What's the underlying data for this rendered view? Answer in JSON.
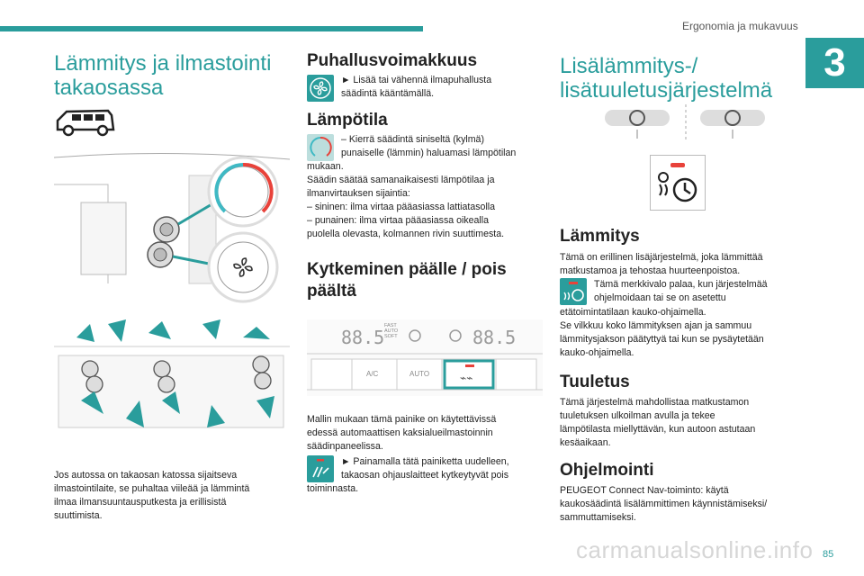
{
  "header": {
    "section": "Ergonomia ja mukavuus",
    "chapter": "3"
  },
  "col1": {
    "title_line1": "Lämmitys ja ilmastointi",
    "title_line2": "takaosassa",
    "body": [
      "Jos autossa on takaosan katossa sijaitseva",
      "ilmastointilaite, se puhaltaa viileää ja lämmintä",
      "ilmaa ilmansuuntausputkesta ja erillisistä",
      "suuttimista."
    ]
  },
  "col2": {
    "h_blower": "Puhallusvoimakkuus",
    "blower_text": [
      "► Lisää tai vähennä ilmapuhallusta",
      "säädintä kääntämällä."
    ],
    "h_temp": "Lämpötila",
    "temp_text_icon": [
      "– Kierrä säädintä siniseltä (kylmä)",
      "punaiselle (lämmin) haluamasi lämpötilan"
    ],
    "temp_text": [
      "mukaan.",
      "Säädin säätää samanaikaisesti lämpötilaa ja",
      "ilmanvirtauksen sijaintia:",
      "– sininen: ilma virtaa pääasiassa lattiatasolla",
      "– punainen: ilma virtaa pääasiassa oikealla",
      "puolella olevasta, kolmannen rivin suuttimesta."
    ],
    "h_onoff_1": "Kytkeminen päälle / pois",
    "h_onoff_2": "päältä",
    "panel": {
      "display_left": "88.5",
      "display_right": "88.5",
      "small_labels": [
        "FAST",
        "AUTO",
        "SOFT"
      ],
      "buttons": [
        "A/C",
        "AUTO"
      ]
    },
    "onoff_text": [
      "Mallin mukaan tämä painike on käytettävissä",
      "edessä automaattisen kaksialueilmastoinnin",
      "säädinpaneelissa."
    ],
    "press_text_icon": [
      "► Painamalla tätä painiketta uudelleen,",
      "takaosan ohjauslaitteet kytkeytyvät pois"
    ],
    "press_text": [
      "toiminnasta."
    ]
  },
  "col3": {
    "title_line1": "Lisälämmitys-/",
    "title_line2": "lisätuuletusjärjestelmä",
    "h_heat": "Lämmitys",
    "heat_text": [
      "Tämä on erillinen lisäjärjestelmä, joka lämmittää",
      "matkustamoa ja tehostaa huurteenpoistoa."
    ],
    "heat_icon_text": [
      "Tämä merkkivalo palaa, kun järjestelmää",
      "ohjelmoidaan tai se on asetettu"
    ],
    "heat_text2": [
      "etätoimintatilaan kauko-ohjaimella.",
      "Se vilkkuu koko lämmityksen ajan ja sammuu",
      "lämmitysjakson päätyttyä tai kun se pysäytetään",
      "kauko-ohjaimella."
    ],
    "h_vent": "Tuuletus",
    "vent_text": [
      "Tämä järjestelmä mahdollistaa matkustamon",
      "tuuletuksen ulkoilman avulla ja tekee",
      "lämpötilasta miellyttävän, kun autoon astutaan",
      "kesäaikaan."
    ],
    "h_prog": "Ohjelmointi",
    "prog_text": [
      "PEUGEOT Connect Nav-toiminto: käytä",
      "kaukosäädintä lisälämmittimen käynnistämiseksi/",
      "sammuttamiseksi."
    ]
  },
  "footer": {
    "page": "85",
    "watermark": "carmanualsonline.info"
  },
  "colors": {
    "accent": "#2a9d9c",
    "hot": "#e8423a",
    "cold": "#3fb9c4"
  }
}
